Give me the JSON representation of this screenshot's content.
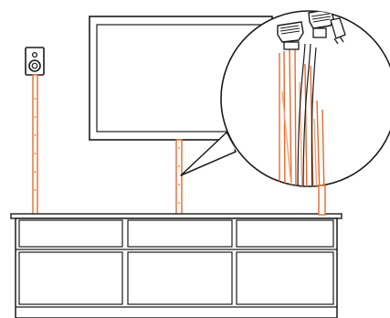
{
  "illustration": {
    "subject": "",
    "colors": {
      "outline": "#1a1a1a",
      "cable": "#e8692c",
      "background": "#ffffff",
      "accent_light": "#f4a37a"
    },
    "icons": [
      "speaker-icon",
      "tv-icon",
      "hdmi-plug-icon",
      "power-plug-icon"
    ],
    "elements": {
      "speaker": "speaker",
      "tv": "flat-screen-tv",
      "cabinet": "media-cabinet",
      "callout": "cable-sleeve-callout"
    }
  }
}
